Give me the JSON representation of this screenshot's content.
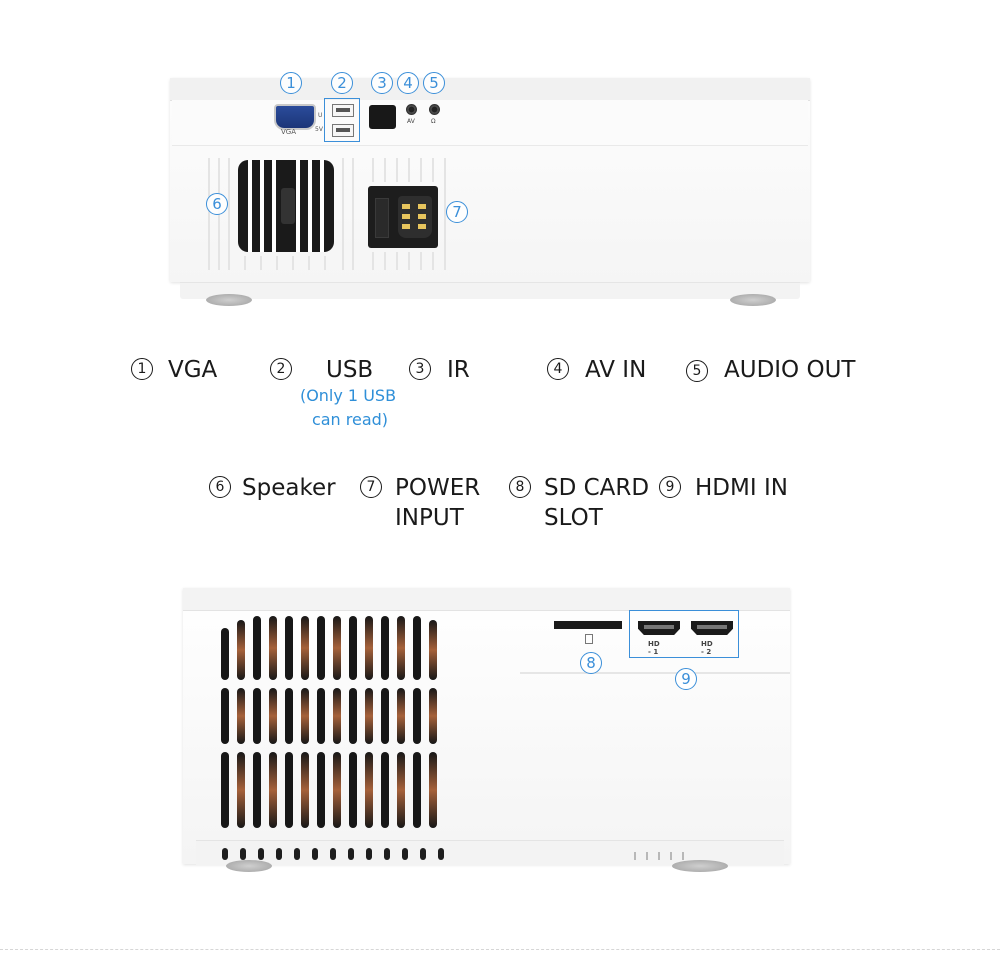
{
  "top_view": {
    "port_labels": {
      "vga": "VGA",
      "usb_voltage": "5V",
      "usb_mark": "U",
      "av": "AV",
      "audio": "Ω"
    },
    "callouts": [
      "1",
      "2",
      "3",
      "4",
      "5",
      "6",
      "7"
    ]
  },
  "legend": {
    "items": [
      {
        "num": "1",
        "label": "VGA"
      },
      {
        "num": "2",
        "label": "USB",
        "note_line1": "(Only 1 USB",
        "note_line2": "can read)"
      },
      {
        "num": "3",
        "label": "IR"
      },
      {
        "num": "4",
        "label": "AV IN"
      },
      {
        "num": "5",
        "label": "AUDIO OUT"
      },
      {
        "num": "6",
        "label": "Speaker"
      },
      {
        "num": "7",
        "label_line1": "POWER",
        "label_line2": "INPUT"
      },
      {
        "num": "8",
        "label_line1": "SD CARD",
        "label_line2": "SLOT"
      },
      {
        "num": "9",
        "label": "HDMI IN"
      }
    ]
  },
  "bottom_view": {
    "port_labels": {
      "hdmi1": "HD - 1",
      "hdmi2": "HD - 2"
    },
    "callouts": [
      "8",
      "9"
    ]
  },
  "colors": {
    "accent_blue": "#3b8fd9",
    "note_blue": "#2f8fd8",
    "text": "#1a1a1a"
  }
}
